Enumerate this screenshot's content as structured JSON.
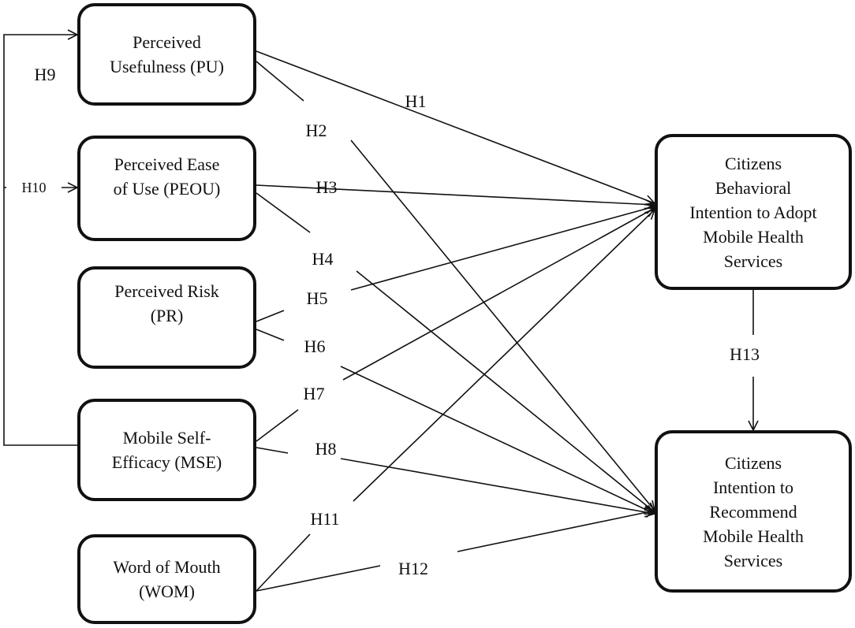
{
  "nodes": {
    "pu": {
      "lines": [
        "Perceived",
        "Usefulness (PU)"
      ]
    },
    "peou": {
      "lines": [
        "Perceived Ease",
        "of Use (PEOU)"
      ]
    },
    "pr": {
      "lines": [
        "Perceived Risk",
        "(PR)"
      ]
    },
    "mse": {
      "lines": [
        "Mobile Self-",
        "Efficacy (MSE)"
      ]
    },
    "wom": {
      "lines": [
        "Word of Mouth",
        "(WOM)"
      ]
    },
    "cbi": {
      "lines": [
        "Citizens",
        "Behavioral",
        "Intention to Adopt",
        "Mobile Health",
        "Services"
      ]
    },
    "cir": {
      "lines": [
        "Citizens",
        "Intention to",
        "Recommend",
        "Mobile Health",
        "Services"
      ]
    }
  },
  "hypotheses": {
    "h1": "H1",
    "h2": "H2",
    "h3": "H3",
    "h4": "H4",
    "h5": "H5",
    "h6": "H6",
    "h7": "H7",
    "h8": "H8",
    "h9": "H9",
    "h10": "H10",
    "h11": "H11",
    "h12": "H12",
    "h13": "H13"
  },
  "edges": [
    {
      "id": "h1",
      "from": "pu",
      "to": "cbi"
    },
    {
      "id": "h2",
      "from": "pu",
      "to": "cir"
    },
    {
      "id": "h3",
      "from": "peou",
      "to": "cbi"
    },
    {
      "id": "h4",
      "from": "peou",
      "to": "cir"
    },
    {
      "id": "h5",
      "from": "pr",
      "to": "cbi"
    },
    {
      "id": "h6",
      "from": "pr",
      "to": "cir"
    },
    {
      "id": "h7",
      "from": "mse",
      "to": "cbi"
    },
    {
      "id": "h8",
      "from": "mse",
      "to": "cir"
    },
    {
      "id": "h9",
      "from": "mse",
      "to": "pu"
    },
    {
      "id": "h10",
      "from": "mse",
      "to": "peou"
    },
    {
      "id": "h11",
      "from": "wom",
      "to": "cbi"
    },
    {
      "id": "h12",
      "from": "wom",
      "to": "cir"
    },
    {
      "id": "h13",
      "from": "cbi",
      "to": "cir"
    }
  ]
}
